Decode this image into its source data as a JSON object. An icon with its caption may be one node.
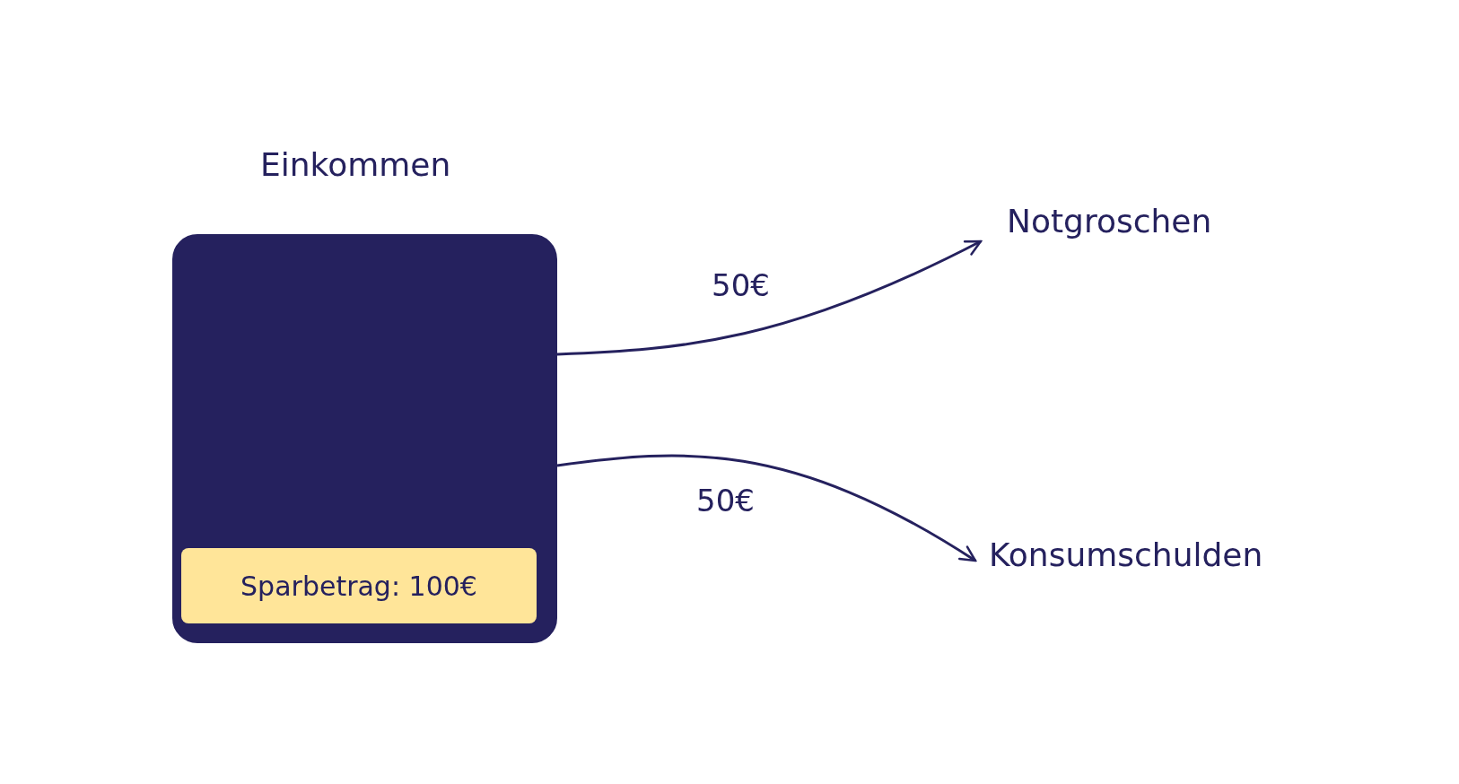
{
  "diagram": {
    "nodes": [
      {
        "text": [
          "Einkommen"
        ]
      },
      {
        "text": [
          "Sparbetrag: 100€"
        ],
        "in": 0
      },
      {
        "text": [
          "Notgroschen"
        ]
      },
      {
        "text": [
          "Konsumschulden"
        ]
      }
    ],
    "edges": [
      {
        "from": 0,
        "to": 2,
        "arrow": "to",
        "label": "50€"
      },
      {
        "from": 0,
        "to": 3,
        "arrow": "to",
        "label": "50€"
      }
    ]
  }
}
